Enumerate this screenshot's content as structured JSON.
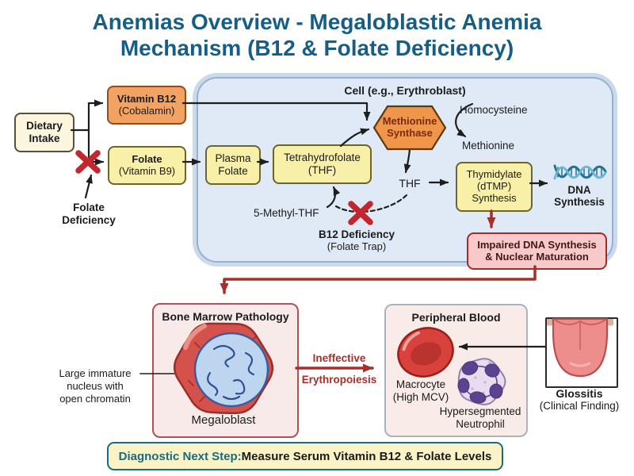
{
  "title": {
    "line1": "Anemias Overview - Megaloblastic Anemia",
    "line2": "Mechanism (B12 & Folate Deficiency)"
  },
  "cell": {
    "label": "Cell (e.g., Erythroblast)"
  },
  "nodes": {
    "dietary": {
      "l1": "Dietary",
      "l2": "Intake"
    },
    "b12": {
      "l1": "Vitamin B12",
      "l2": "(Cobalamin)"
    },
    "folate": {
      "l1": "Folate",
      "l2": "(Vitamin B9)"
    },
    "folate_def": {
      "l1": "Folate",
      "l2": "Deficiency"
    },
    "plasma": {
      "l1": "Plasma",
      "l2": "Folate"
    },
    "thf_box": {
      "l1": "Tetrahydrofolate",
      "l2": "(THF)"
    },
    "met_synthase": {
      "l1": "Methionine",
      "l2": "Synthase"
    },
    "homocysteine": {
      "label": "Homocysteine"
    },
    "methionine": {
      "label": "Methionine"
    },
    "thf": {
      "label": "THF"
    },
    "methyl_thf": {
      "label": "5-Methyl-THF"
    },
    "b12_def": {
      "l1": "B12 Deficiency",
      "l2": "(Folate Trap)"
    },
    "thymidylate": {
      "l1": "Thymidylate",
      "l2": "(dTMP)",
      "l3": "Synthesis"
    },
    "dna": {
      "l1": "DNA",
      "l2": "Synthesis"
    },
    "impaired": {
      "l1": "Impaired DNA Synthesis",
      "l2": "& Nuclear Maturation"
    }
  },
  "pathology": {
    "bone_marrow_title": "Bone Marrow Pathology",
    "megaloblast": "Megaloblast",
    "annotation": {
      "l1": "Large immature",
      "l2": "nucleus with",
      "l3": "open chromatin"
    },
    "ineffective": {
      "l1": "Ineffective",
      "l2": "Erythropoiesis"
    },
    "peripheral_title": "Peripheral Blood",
    "macrocyte": {
      "l1": "Macrocyte",
      "l2": "(High MCV)"
    },
    "neutrophil": {
      "l1": "Hypersegmented",
      "l2": "Neutrophil"
    },
    "glossitis": {
      "l1": "Glossitis",
      "l2": "(Clinical Finding)"
    }
  },
  "footer": {
    "prefix": "Diagnostic Next Step:",
    "rest": " Measure Serum Vitamin B12 & Folate Levels"
  },
  "colors": {
    "title_teal": "#175E86",
    "red_x": "#C1272D",
    "dark_red": "#A5302A",
    "cell_fill": "#E0EAF6",
    "yellow_fill": "#F8F0A9",
    "orange_fill": "#F2A263",
    "pink_fill": "#F6CACA",
    "footer_teal": "#186B80"
  }
}
